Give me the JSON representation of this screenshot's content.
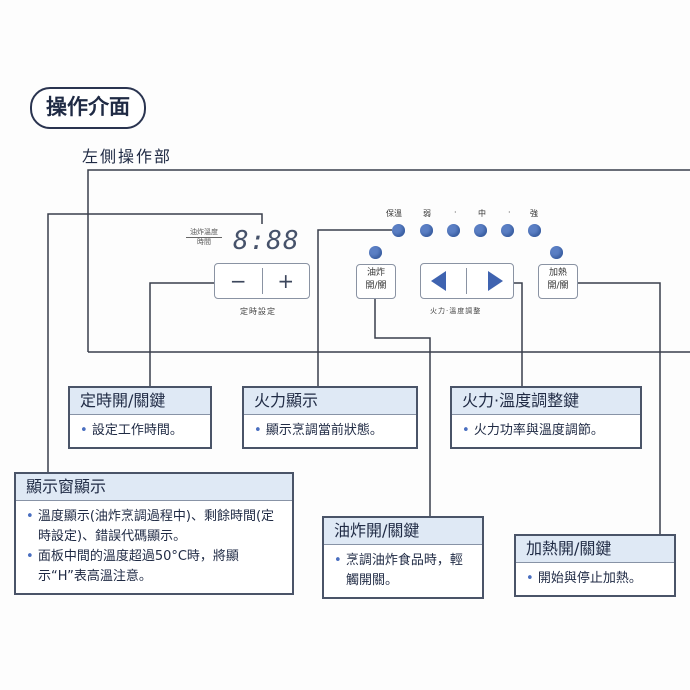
{
  "title": "操作介面",
  "subtitle": "左側操作部",
  "panel": {
    "display_label_top": "油炸溫度",
    "display_label_bottom": "時間",
    "display_digits": "8:88",
    "timer_minus": "−",
    "timer_plus": "+",
    "timer_caption": "定時設定",
    "levels": [
      "保溫",
      "弱",
      "·",
      "中",
      "·",
      "強"
    ],
    "fry_key": [
      "油炸",
      "開/關"
    ],
    "heat_key": [
      "加熱",
      "開/關"
    ],
    "arrow_caption": "火力·溫度調整"
  },
  "callouts": {
    "timer": {
      "title": "定時開/關鍵",
      "lines": [
        "設定工作時間。"
      ]
    },
    "fire": {
      "title": "火力顯示",
      "lines": [
        "顯示烹調當前狀態。"
      ]
    },
    "adjust": {
      "title": "火力·溫度調整鍵",
      "lines": [
        "火力功率與溫度調節。"
      ]
    },
    "display": {
      "title": "顯示窗顯示",
      "lines": [
        "溫度顯示(油炸烹調過程中)、剩餘時間(定時設定)、錯誤代碼顯示。",
        "面板中間的溫度超過50°C時，將顯示“H”表高溫注意。"
      ]
    },
    "fry": {
      "title": "油炸開/關鍵",
      "lines": [
        "烹調油炸食品時，輕觸開關。"
      ]
    },
    "heat": {
      "title": "加熱開/關鍵",
      "lines": [
        "開始與停止加熱。"
      ]
    }
  },
  "colors": {
    "accent": "#4a6fc0",
    "header_bg": "#dfe9f5",
    "dot": "#5b7fc4"
  }
}
